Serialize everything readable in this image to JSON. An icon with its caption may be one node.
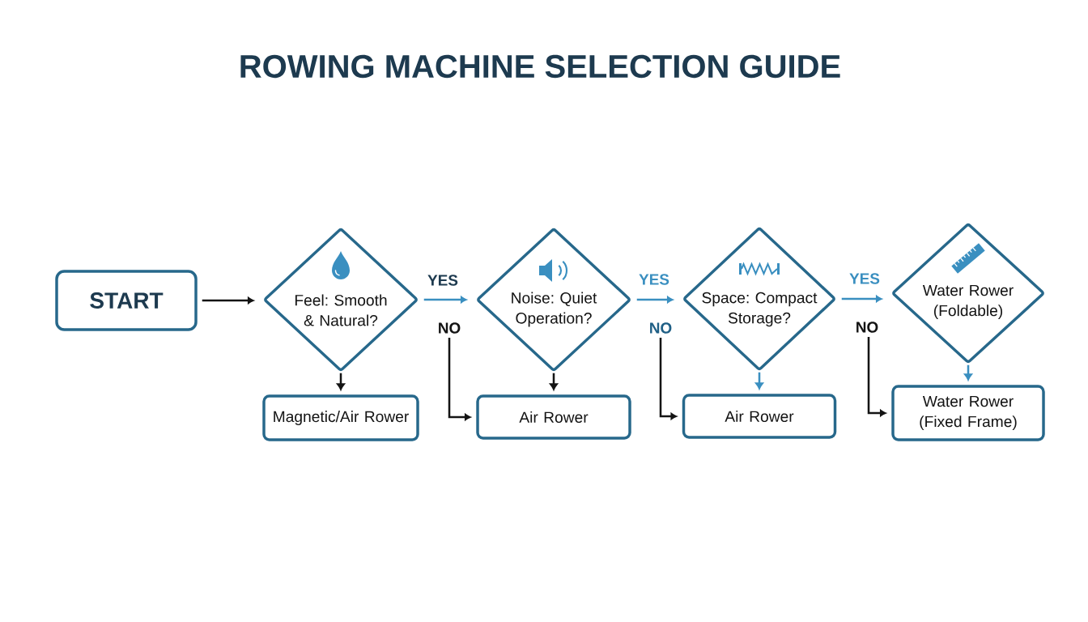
{
  "diagram": {
    "title": "ROWING MACHINE SELECTION GUIDE",
    "nodes": [
      {
        "text": [
          "START"
        ]
      },
      {
        "text": [
          "Feel: Smooth & Natural?"
        ]
      },
      {
        "text": [
          "Magnetic/Air Rower"
        ]
      },
      {
        "text": [
          "Noise: Quiet Operation?"
        ]
      },
      {
        "text": [
          "Air Rower"
        ]
      },
      {
        "text": [
          "Space: Compact Storage?"
        ]
      },
      {
        "text": [
          "Air Rower"
        ]
      },
      {
        "text": [
          "Water Rower (Foldable)"
        ]
      },
      {
        "text": [
          "Water Rower (Fixed Frame)"
        ]
      }
    ],
    "edges": [
      {
        "from": 0,
        "to": 1,
        "arrow": "to"
      },
      {
        "from": 1,
        "to": 3,
        "arrow": "to",
        "label": "YES",
        "color": "#3a8fc0"
      },
      {
        "from": 1,
        "to": 2,
        "arrow": "to"
      },
      {
        "from": null,
        "to": 4,
        "arrow": "to",
        "label": "NO"
      },
      {
        "from": 3,
        "to": 5,
        "arrow": "to",
        "label": "YES",
        "color": "#3a8fc0"
      },
      {
        "from": 3,
        "to": 4,
        "arrow": "to"
      },
      {
        "from": null,
        "to": 6,
        "arrow": "to",
        "label": "NO"
      },
      {
        "from": 5,
        "to": 7,
        "arrow": "to",
        "label": "YES",
        "color": "#3a8fc0"
      },
      {
        "from": 5,
        "to": 6,
        "arrow": "to",
        "color": "#3a8fc0"
      },
      {
        "from": null,
        "to": 8,
        "arrow": "to",
        "label": "NO"
      },
      {
        "from": 7,
        "to": 8,
        "arrow": "to",
        "color": "#3a8fc0"
      }
    ]
  }
}
